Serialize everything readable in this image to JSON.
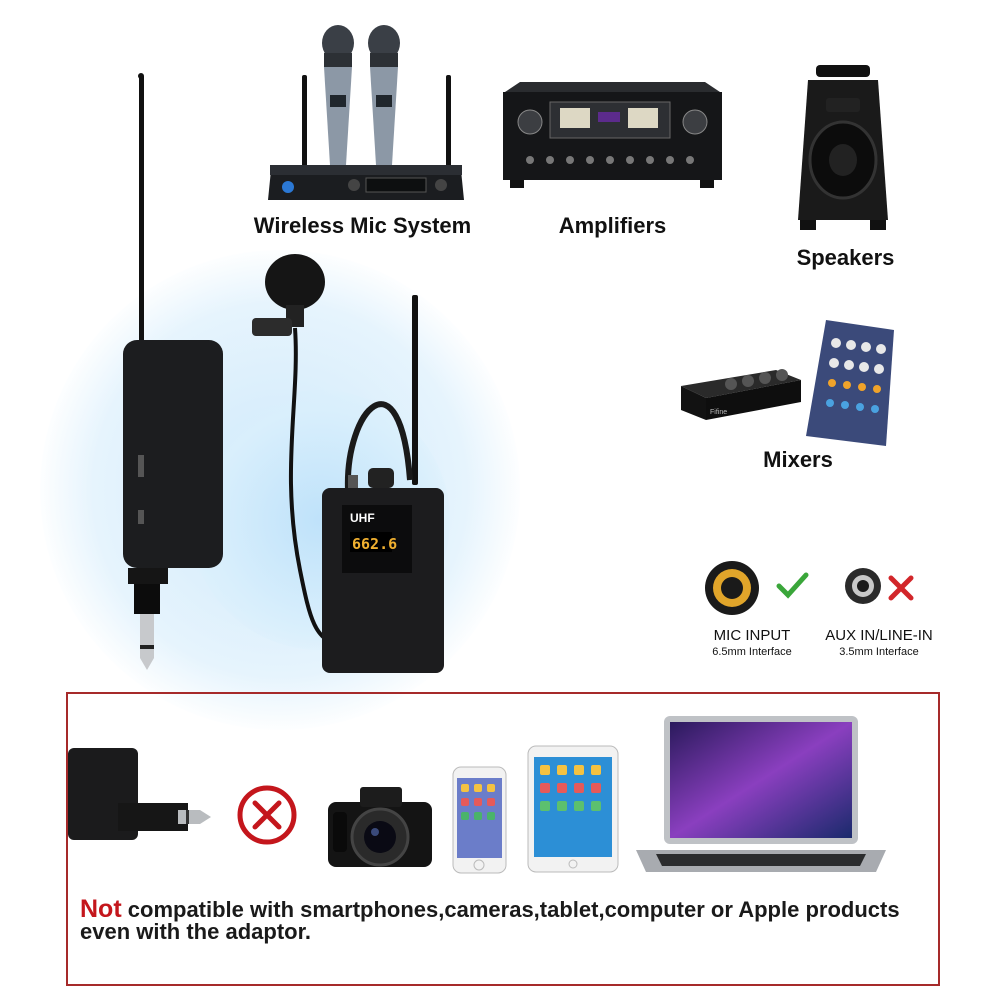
{
  "devices": {
    "wireless_mic_system": "Wireless Mic System",
    "amplifiers": "Amplifiers",
    "speakers": "Speakers",
    "mixers": "Mixers"
  },
  "transmitter": {
    "brand": "UHF",
    "display": "662.6"
  },
  "mixer_brand": "Fifine",
  "interfaces": {
    "mic_input": {
      "title": "MIC INPUT",
      "sub": "6.5mm Interface",
      "status_color": "#3aa63a"
    },
    "aux_in": {
      "title": "AUX IN/LINE-IN",
      "sub": "3.5mm Interface",
      "status_color": "#d2262a"
    }
  },
  "warning": {
    "prefix": "Not",
    "text": " compatible with smartphones,cameras,tablet,computer or Apple products even with the adaptor."
  },
  "colors": {
    "accent_red": "#c4161c",
    "panel_border": "#a62a2a",
    "glow_blue": "#cfe9fb"
  }
}
